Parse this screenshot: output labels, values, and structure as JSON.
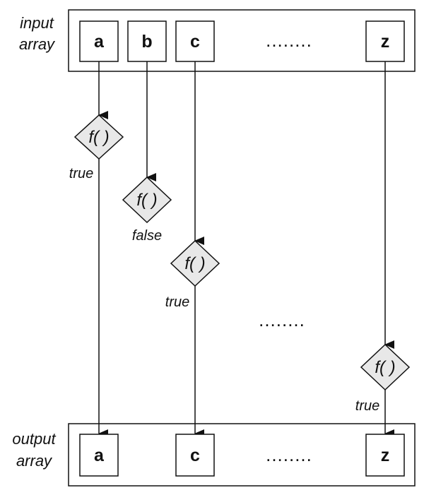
{
  "input": {
    "label_line1": "input",
    "label_line2": "array",
    "items": [
      "a",
      "b",
      "c",
      "z"
    ],
    "ellipsis": "........"
  },
  "output": {
    "label_line1": "output",
    "label_line2": "array",
    "items": [
      "a",
      "c",
      "z"
    ],
    "ellipsis": "........"
  },
  "filters": [
    {
      "function": "f( )",
      "result": "true"
    },
    {
      "function": "f( )",
      "result": "false"
    },
    {
      "function": "f( )",
      "result": "true"
    },
    {
      "function": "f( )",
      "result": "true"
    }
  ],
  "middle_ellipsis": "........",
  "colors": {
    "diamond_fill": "#e8e8e8",
    "stroke": "#111111",
    "box_fill": "#ffffff"
  }
}
